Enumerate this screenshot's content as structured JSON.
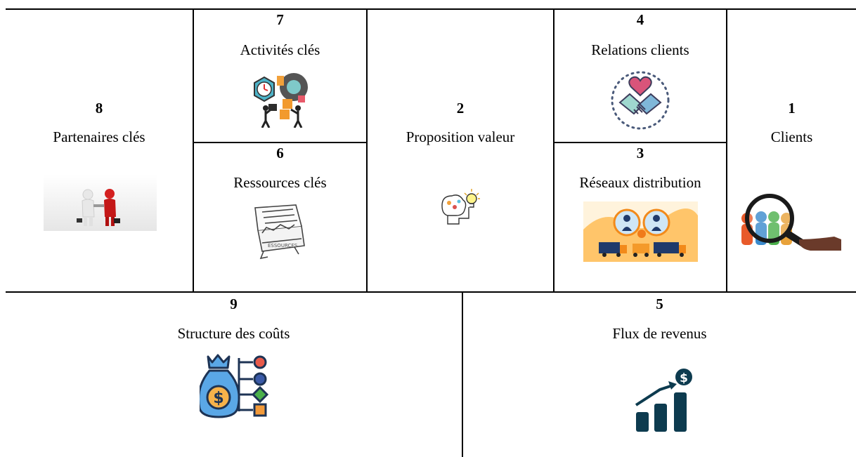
{
  "blocks": {
    "partners": {
      "number": "8",
      "label": "Partenaires clés"
    },
    "activities": {
      "number": "7",
      "label": "Activités clés"
    },
    "resources": {
      "number": "6",
      "label": "Ressources clés"
    },
    "value": {
      "number": "2",
      "label": "Proposition valeur"
    },
    "relations": {
      "number": "4",
      "label": "Relations clients"
    },
    "channels": {
      "number": "3",
      "label": "Réseaux distribution"
    },
    "clients": {
      "number": "1",
      "label": "Clients"
    },
    "costs": {
      "number": "9",
      "label": "Structure des coûts"
    },
    "revenues": {
      "number": "5",
      "label": "Flux de revenus"
    }
  },
  "icons": {
    "partners": "handshake-people-icon",
    "activities": "gears-teamwork-icon",
    "resources": "treasure-chest-icon",
    "value": "brain-lightbulb-icon",
    "relations": "heart-handshake-icon",
    "channels": "distribution-trucks-icon",
    "clients": "magnifier-people-icon",
    "costs": "money-bag-icon",
    "revenues": "growth-chart-icon"
  }
}
